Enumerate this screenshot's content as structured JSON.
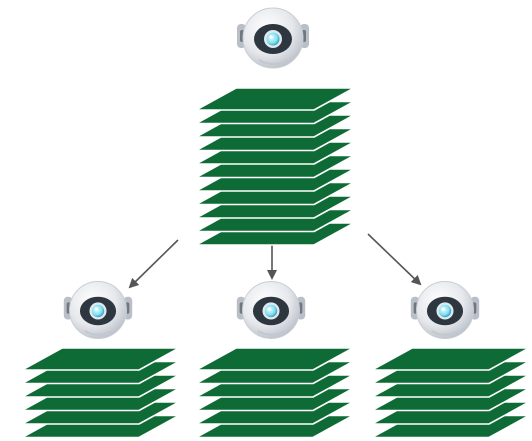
{
  "diagram": {
    "colors": {
      "sheet_fill": "#0e6b36",
      "sheet_edge": "#ffffff",
      "arrow": "#555555",
      "robot_body": "#e6e8ec",
      "robot_shade": "#b9bec7",
      "robot_eye": "#7fe0f2"
    },
    "nodes": [
      {
        "id": "parent",
        "robot_icon": "robot-icon",
        "sheet_count": 11
      },
      {
        "id": "child-left",
        "robot_icon": "robot-icon",
        "sheet_count": 6
      },
      {
        "id": "child-middle",
        "robot_icon": "robot-icon",
        "sheet_count": 6
      },
      {
        "id": "child-right",
        "robot_icon": "robot-icon",
        "sheet_count": 6
      }
    ],
    "edges": [
      {
        "from": "parent",
        "to": "child-left"
      },
      {
        "from": "parent",
        "to": "child-middle"
      },
      {
        "from": "parent",
        "to": "child-right"
      }
    ]
  }
}
